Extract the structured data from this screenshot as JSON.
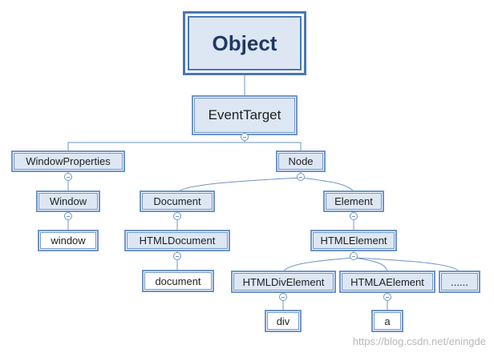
{
  "nodes": {
    "object": "Object",
    "eventtarget": "EventTarget",
    "windowproperties": "WindowProperties",
    "node": "Node",
    "window_class": "Window",
    "window_instance": "window",
    "document_class": "Document",
    "element": "Element",
    "htmldocument": "HTMLDocument",
    "htmlelement": "HTMLElement",
    "document_instance": "document",
    "htmldivelement": "HTMLDivElement",
    "htmlaelement": "HTMLAElement",
    "more": "......",
    "div": "div",
    "a": "a"
  },
  "watermark": "https://blog.csdn.net/eningde",
  "colors": {
    "border": "#6f94c9",
    "object_border": "#4a77b4",
    "fill": "#dde7f4",
    "object_text": "#1f3763"
  }
}
